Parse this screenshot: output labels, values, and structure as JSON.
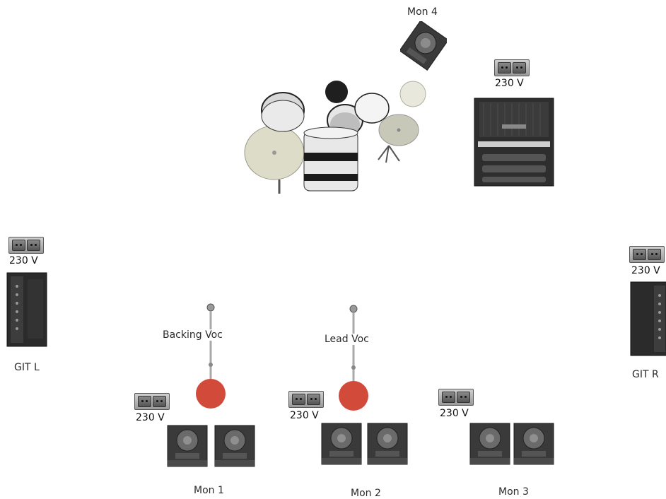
{
  "monitors": {
    "mon1": "Mon 1",
    "mon2": "Mon 2",
    "mon3": "Mon 3",
    "mon4": "Mon 4"
  },
  "guitars": {
    "left": "GIT L",
    "right": "GIT R"
  },
  "vocals": {
    "backing": "Backing Voc",
    "lead": "Lead Voc"
  },
  "power": {
    "voltage": "230 V"
  },
  "colors": {
    "mic_stand_base": "#d14a3a",
    "amp_body": "#2b2b2b",
    "wedge_body": "#3a3a3a",
    "cymbal": "#dcdcc8"
  }
}
